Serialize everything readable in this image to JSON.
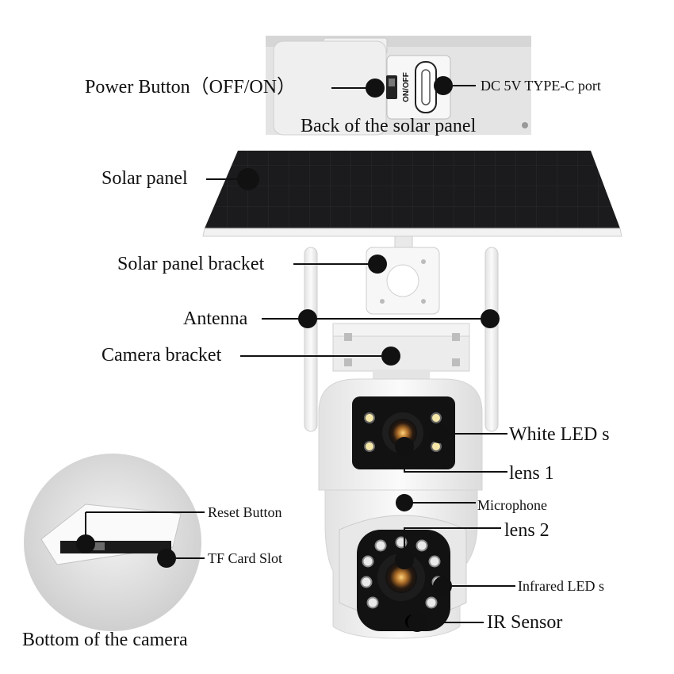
{
  "labels": {
    "power_button": "Power Button（OFF/ON）",
    "type_c_port": "DC 5V TYPE-C port",
    "back_panel": "Back of the solar panel",
    "solar_panel": "Solar panel",
    "panel_bracket": "Solar panel bracket",
    "antenna": "Antenna",
    "camera_bracket": "Camera bracket",
    "white_leds": "White LED s",
    "lens1": "lens 1",
    "microphone": "Microphone",
    "lens2": "lens 2",
    "reset_button": "Reset Button",
    "tf_slot": "TF Card Slot",
    "infrared_leds": "Infrared LED s",
    "ir_sensor": "IR Sensor",
    "bottom_camera": "Bottom of the camera"
  },
  "switch_text": "ON/OFF",
  "colors": {
    "ink": "#111111",
    "panel": "#1b1b1d",
    "device": "#f4f4f4",
    "backdrop": "#e7e7e7"
  }
}
